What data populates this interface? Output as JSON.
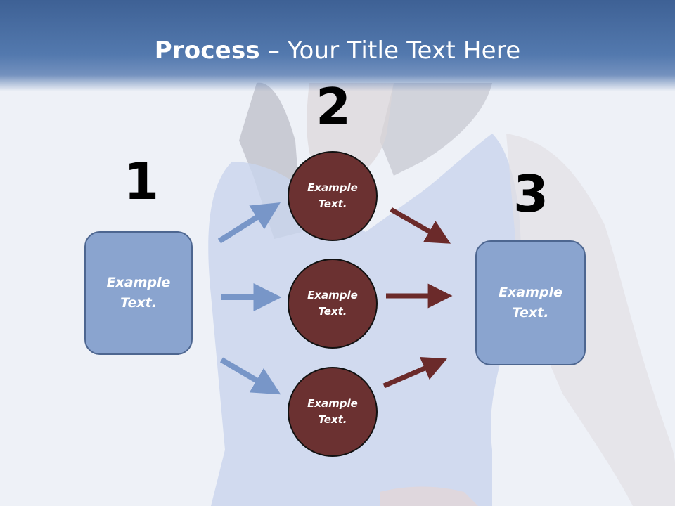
{
  "header": {
    "title_bold": "Process",
    "title_rest": " – Your Title Text Here"
  },
  "steps": {
    "one": "1",
    "two": "2",
    "three": "3"
  },
  "left_box": {
    "line1": "Example",
    "line2": "Text."
  },
  "circles": [
    {
      "line1": "Example",
      "line2": "Text."
    },
    {
      "line1": "Example",
      "line2": "Text."
    },
    {
      "line1": "Example",
      "line2": "Text."
    }
  ],
  "right_box": {
    "line1": "Example",
    "line2": "Text."
  },
  "colors": {
    "header_blue": "#4a6fa5",
    "box_fill": "#8aa4cf",
    "circle_fill": "#6b3131",
    "blue_arrow": "#7896c8",
    "red_arrow": "#6b2a2a"
  },
  "icons": {
    "background": "woman-photo-silhouette"
  }
}
